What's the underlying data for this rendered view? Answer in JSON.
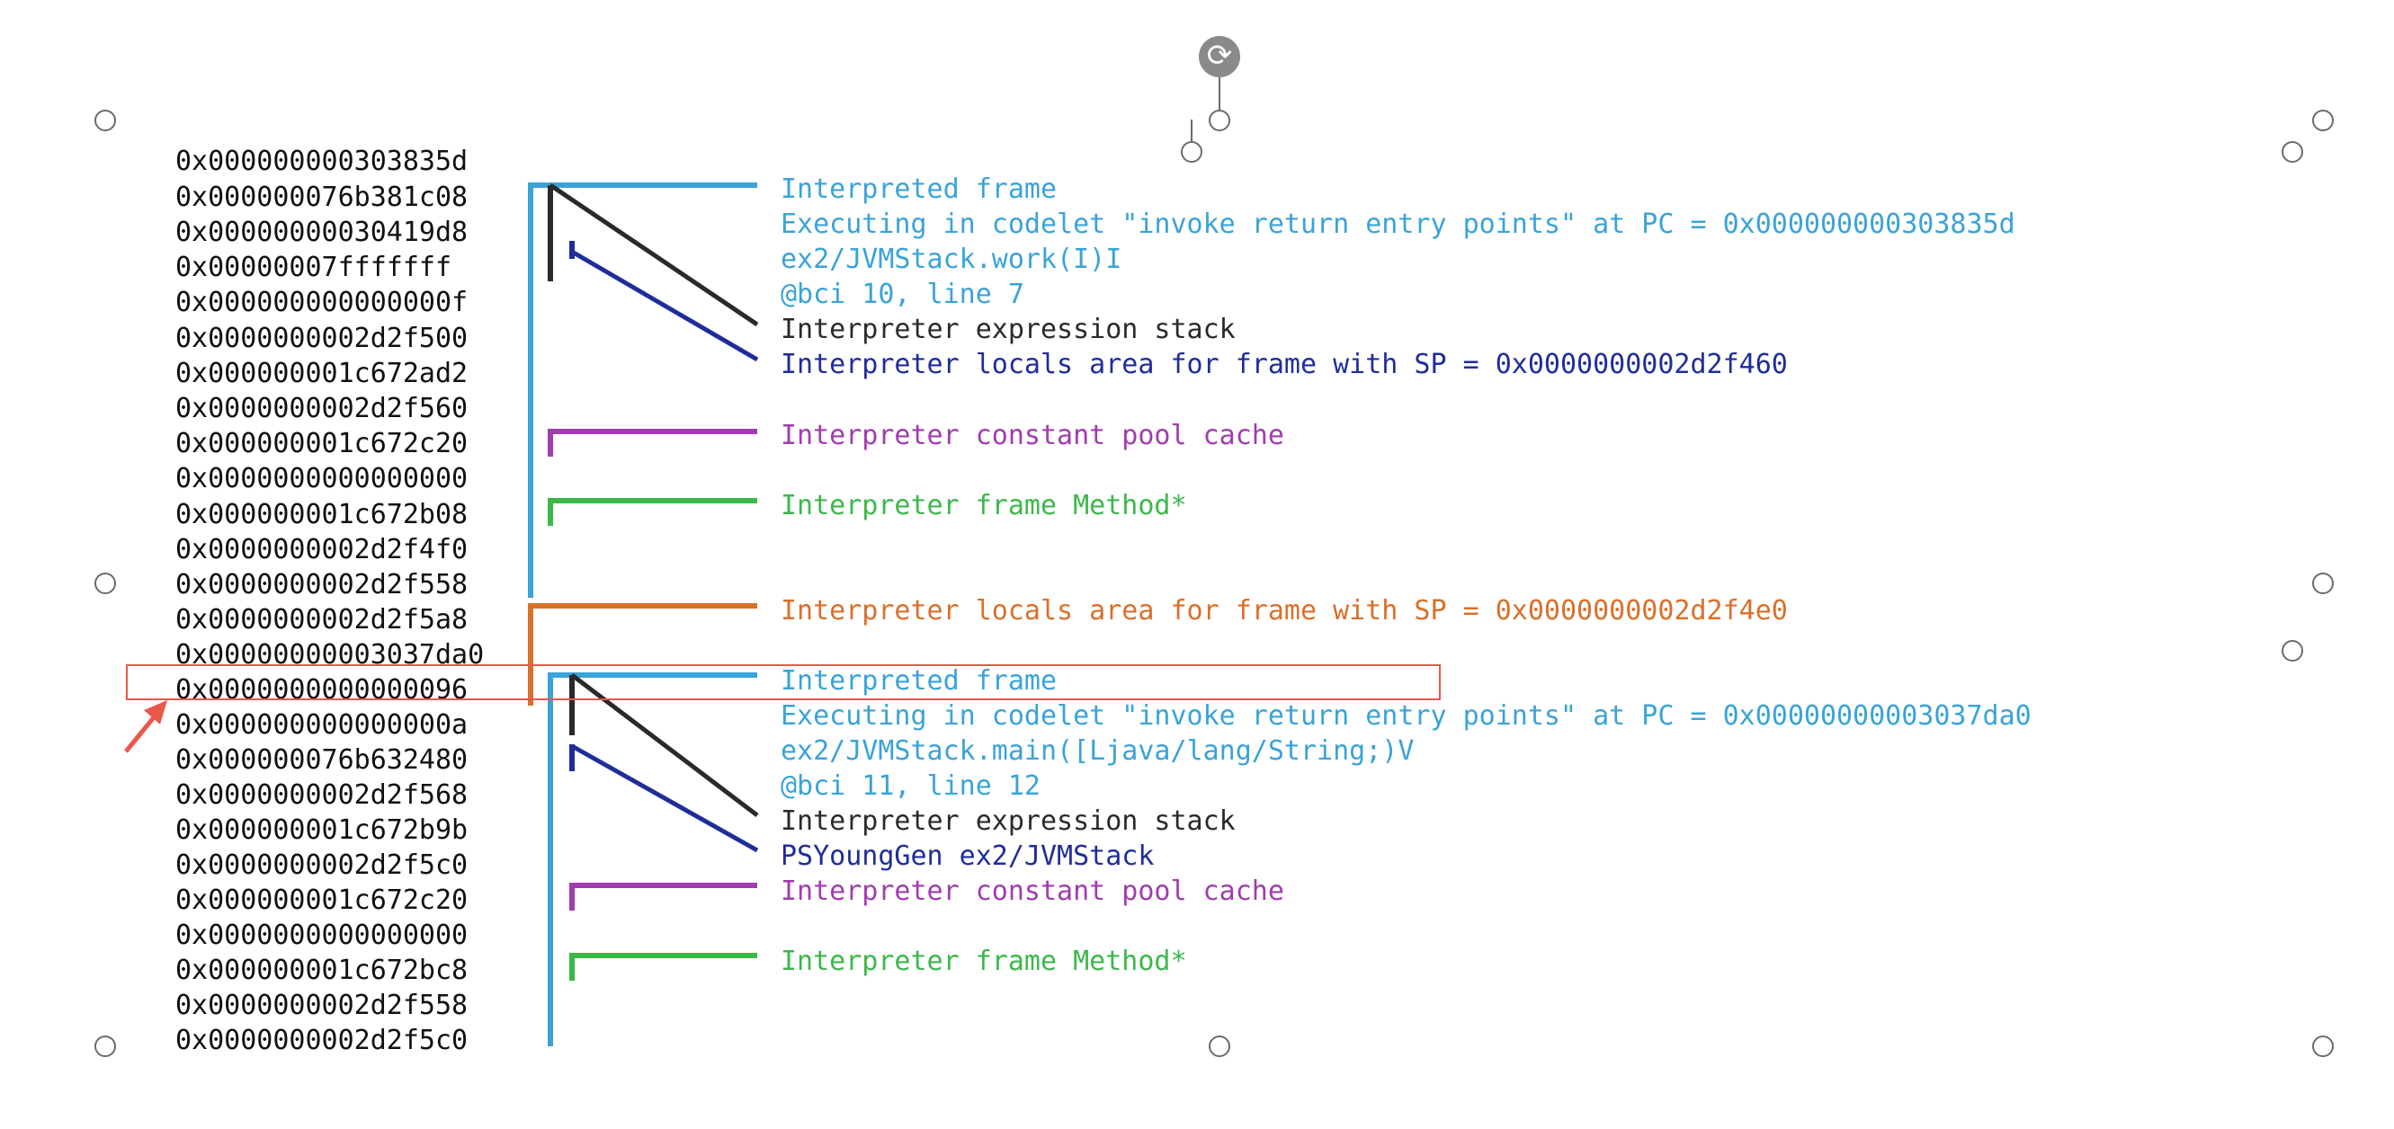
{
  "addresses": [
    "0x000000000303835d",
    "0x000000076b381c08",
    "0x00000000030419d8",
    "0x00000007fffffff",
    "0x000000000000000f",
    "0x0000000002d2f500",
    "0x000000001c672ad2",
    "0x0000000002d2f560",
    "0x000000001c672c20",
    "0x0000000000000000",
    "0x000000001c672b08",
    "0x0000000002d2f4f0",
    "0x0000000002d2f558",
    "0x0000000002d2f5a8",
    "0x00000000003037da0",
    "0x0000000000000096",
    "0x000000000000000a",
    "0x000000076b632480",
    "0x0000000002d2f568",
    "0x000000001c672b9b",
    "0x0000000002d2f5c0",
    "0x000000001c672c20",
    "0x0000000000000000",
    "0x000000001c672bc8",
    "0x0000000002d2f558",
    "0x0000000002d2f5c0"
  ],
  "labels": [
    {
      "text": "Interpreted frame",
      "color": "#3aa3d8"
    },
    {
      "text": "Executing in codelet \"invoke return entry points\" at PC = 0x000000000303835d",
      "color": "#3aa3d8"
    },
    {
      "text": "ex2/JVMStack.work(I)I",
      "color": "#3aa3d8"
    },
    {
      "text": "@bci 10, line 7",
      "color": "#3aa3d8"
    },
    {
      "text": "Interpreter expression stack",
      "color": "#2a2a2a"
    },
    {
      "text": "Interpreter locals area for frame with SP = 0x0000000002d2f460",
      "color": "#1f2d9b"
    },
    {
      "text": "Interpreter constant pool cache",
      "color": "#a13cb0"
    },
    {
      "text": "Interpreter frame Method*",
      "color": "#3cb84a"
    },
    {
      "text": "Interpreter locals area for frame with SP = 0x0000000002d2f4e0",
      "color": "#d9702a"
    },
    {
      "text": "Interpreted frame",
      "color": "#3aa3d8"
    },
    {
      "text": "Executing in codelet \"invoke return entry points\" at PC = 0x00000000003037da0",
      "color": "#3aa3d8"
    },
    {
      "text": "ex2/JVMStack.main([Ljava/lang/String;)V",
      "color": "#3aa3d8"
    },
    {
      "text": "@bci 11, line 12",
      "color": "#3aa3d8"
    },
    {
      "text": "Interpreter expression stack",
      "color": "#2a2a2a"
    },
    {
      "text": "PSYoungGen ex2/JVMStack",
      "color": "#1f2d9b"
    },
    {
      "text": "Interpreter constant pool cache",
      "color": "#a13cb0"
    },
    {
      "text": "Interpreter frame Method*",
      "color": "#3cb84a"
    }
  ],
  "colors": {
    "frame_blue": "#3aa3d8",
    "expr_black": "#2a2a2a",
    "locals_navy": "#1f2d9b",
    "pool_purple": "#a13cb0",
    "method_green": "#3cb84a",
    "locals_orange": "#d9702a",
    "highlight_red": "#e9584b"
  },
  "icons": {
    "rotate": "rotate-icon",
    "arrow": "pointer-arrow-icon"
  }
}
